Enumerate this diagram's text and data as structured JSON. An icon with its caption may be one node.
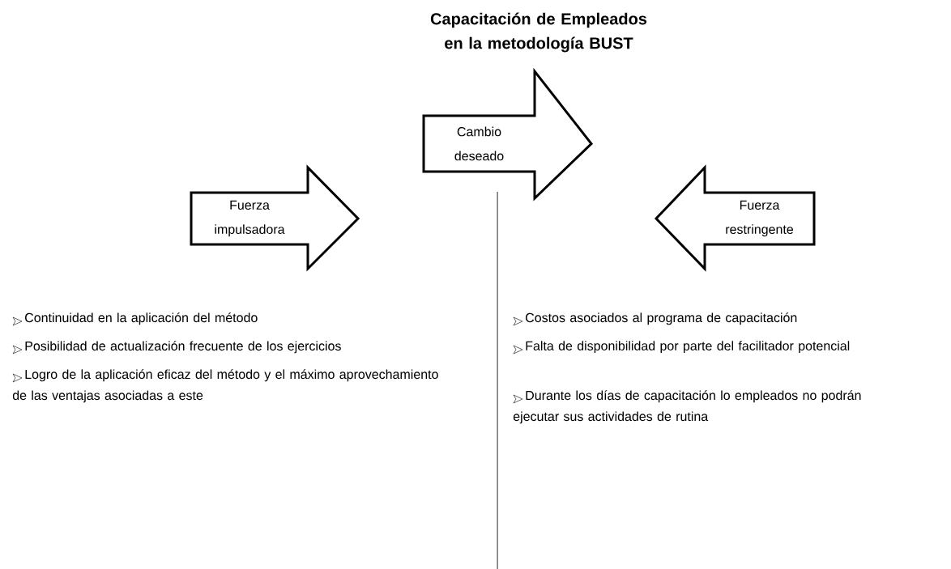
{
  "diagram": {
    "title": "Capacitación de Empleados en la metodología BUST",
    "nodes": [
      {
        "text": [
          "Cambio deseado"
        ]
      },
      {
        "text": [
          "Fuerza impulsadora"
        ]
      },
      {
        "text": [
          "Fuerza restringente"
        ]
      }
    ],
    "labels": [
      "Continuidad en la aplicación del método",
      "Posibilidad de actualización frecuente de los ejercicios",
      "Logro de la aplicación eficaz del método y el máximo aprovechamiento de las ventajas asociadas a este",
      "Costos asociados al programa de capacitación",
      "Falta de disponibilidad por parte del facilitador potencial",
      "Durante los días de capacitación lo empleados no podrán ejecutar sus actividades de rutina"
    ]
  }
}
